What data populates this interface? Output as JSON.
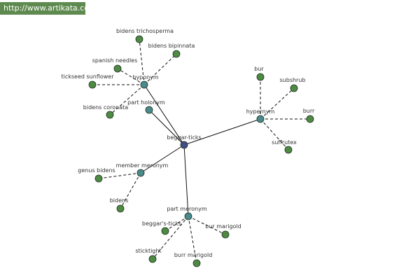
{
  "watermark": "http://www.artikata.com",
  "colors": {
    "center_node": "#3f4f86",
    "relation_node": "#4a8a8c",
    "leaf_node": "#4f8a44",
    "node_stroke": "#1e2f1e"
  },
  "nodes": {
    "center": "beggar-ticks",
    "hyponym": "hyponym",
    "part_holonym": "part holonym",
    "hypernym": "hypernym",
    "member_meronym": "member meronym",
    "part_meronym": "part meronym",
    "bidens_trichosperma": "bidens trichosperma",
    "bidens_bipinnata": "bidens bipinnata",
    "spanish_needles": "spanish needles",
    "tickseed_sunflower": "tickseed sunflower",
    "bidens_coronata": "bidens coronata",
    "bur": "bur",
    "subshrub": "subshrub",
    "burr": "burr",
    "suffrutex": "suffrutex",
    "genus_bidens": "genus bidens",
    "bidens": "bidens",
    "beggars_ticks": "beggar's-ticks",
    "bur_marigold_1": "bur marigold",
    "sticktight": "sticktight",
    "burr_marigold": "burr marigold"
  }
}
